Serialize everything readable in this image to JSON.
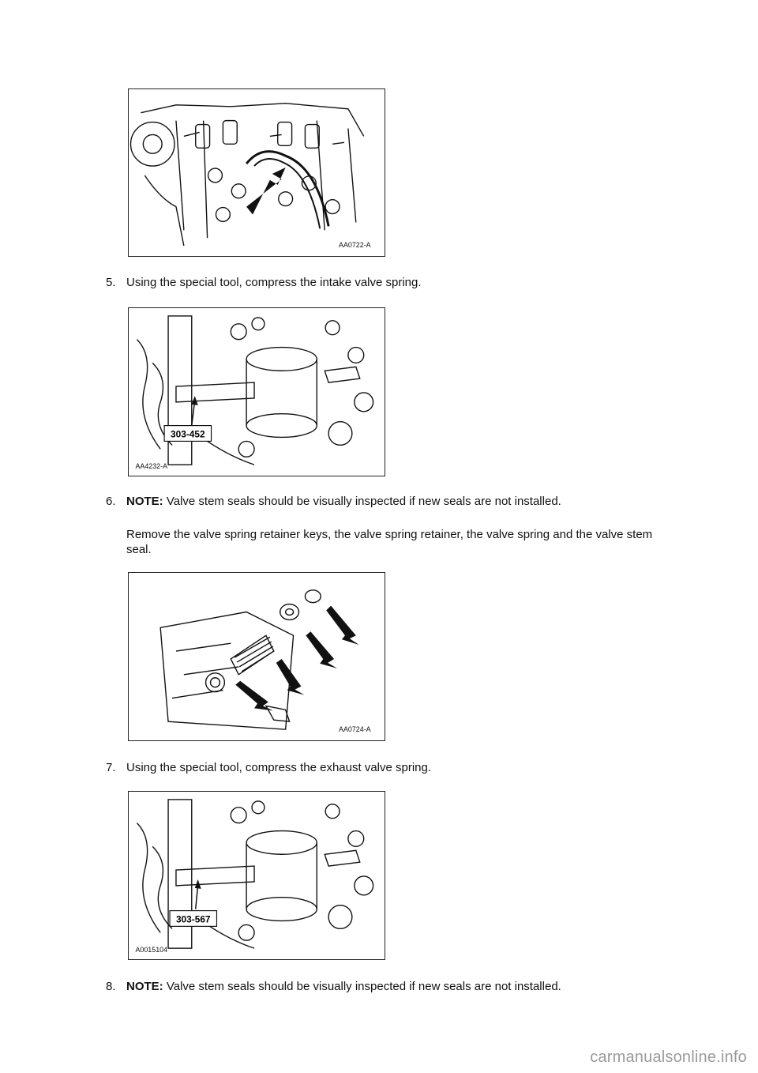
{
  "figures": [
    {
      "id": "AA0722-A"
    },
    {
      "id": "AA4232-A",
      "tool": "303-452"
    },
    {
      "id": "AA0724-A"
    },
    {
      "id": "A0015104",
      "tool": "303-567"
    }
  ],
  "steps": [
    {
      "number": "5.",
      "text": "Using the special tool, compress the intake valve spring."
    },
    {
      "number": "6.",
      "note_label": "NOTE:",
      "note_text": " Valve stem seals should be visually inspected if new seals are not installed.",
      "text": "Remove the valve spring retainer keys, the valve spring retainer, the valve spring and the valve stem seal."
    },
    {
      "number": "7.",
      "text": "Using the special tool, compress the exhaust valve spring."
    },
    {
      "number": "8.",
      "note_label": "NOTE:",
      "note_text": " Valve stem seals should be visually inspected if new seals are not installed."
    }
  ],
  "watermark": "carmanualsonline.info"
}
